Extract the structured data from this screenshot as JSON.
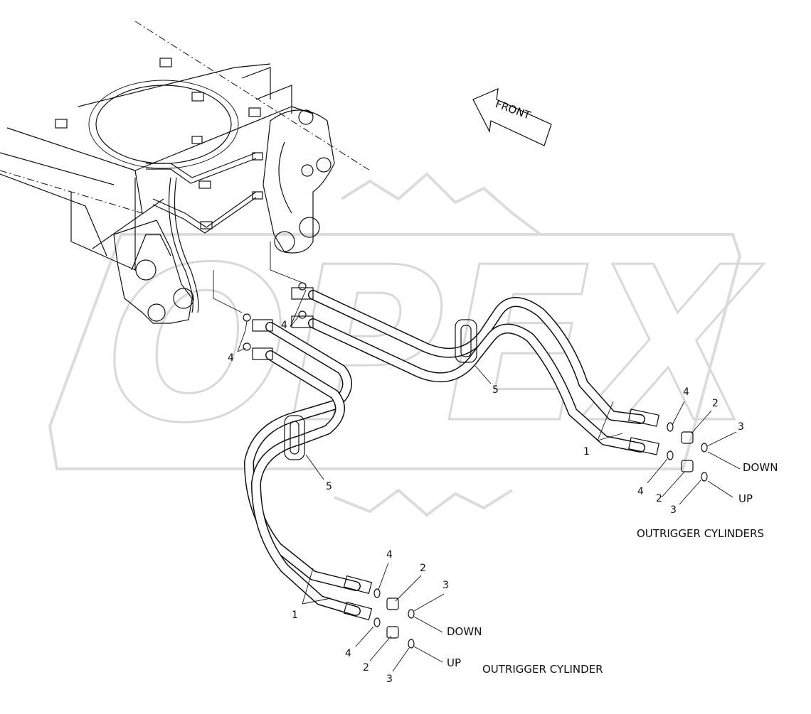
{
  "diagram": {
    "front_label": "FRONT",
    "watermark": "OPEX",
    "callouts": {
      "c1a": "1",
      "c1b": "1",
      "c2a": "2",
      "c2b": "2",
      "c2c": "2",
      "c2d": "2",
      "c3a": "3",
      "c3b": "3",
      "c3c": "3",
      "c3d": "3",
      "c4a": "4",
      "c4b": "4",
      "c4c": "4",
      "c4d": "4",
      "c4e": "4",
      "c4f": "4",
      "c5a": "5",
      "c5b": "5"
    },
    "right_group": {
      "down": "DOWN",
      "up": "UP",
      "title": "OUTRIGGER CYLINDERS"
    },
    "left_group": {
      "down": "DOWN",
      "up": "UP",
      "title": "OUTRIGGER CYLINDER"
    }
  }
}
